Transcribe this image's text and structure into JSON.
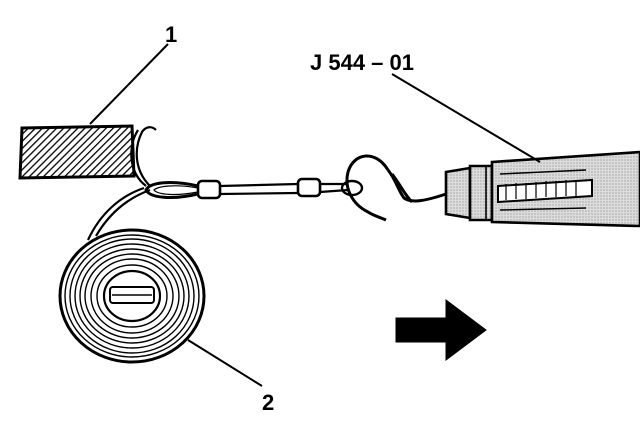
{
  "labels": {
    "callout_1": "1",
    "callout_2": "2",
    "tool_id": "J 544 – 01"
  },
  "icons": {
    "direction_arrow": "arrow-right-icon"
  },
  "colors": {
    "line": "#000000",
    "background": "#ffffff",
    "tool_fill": "#d9d9d9"
  }
}
